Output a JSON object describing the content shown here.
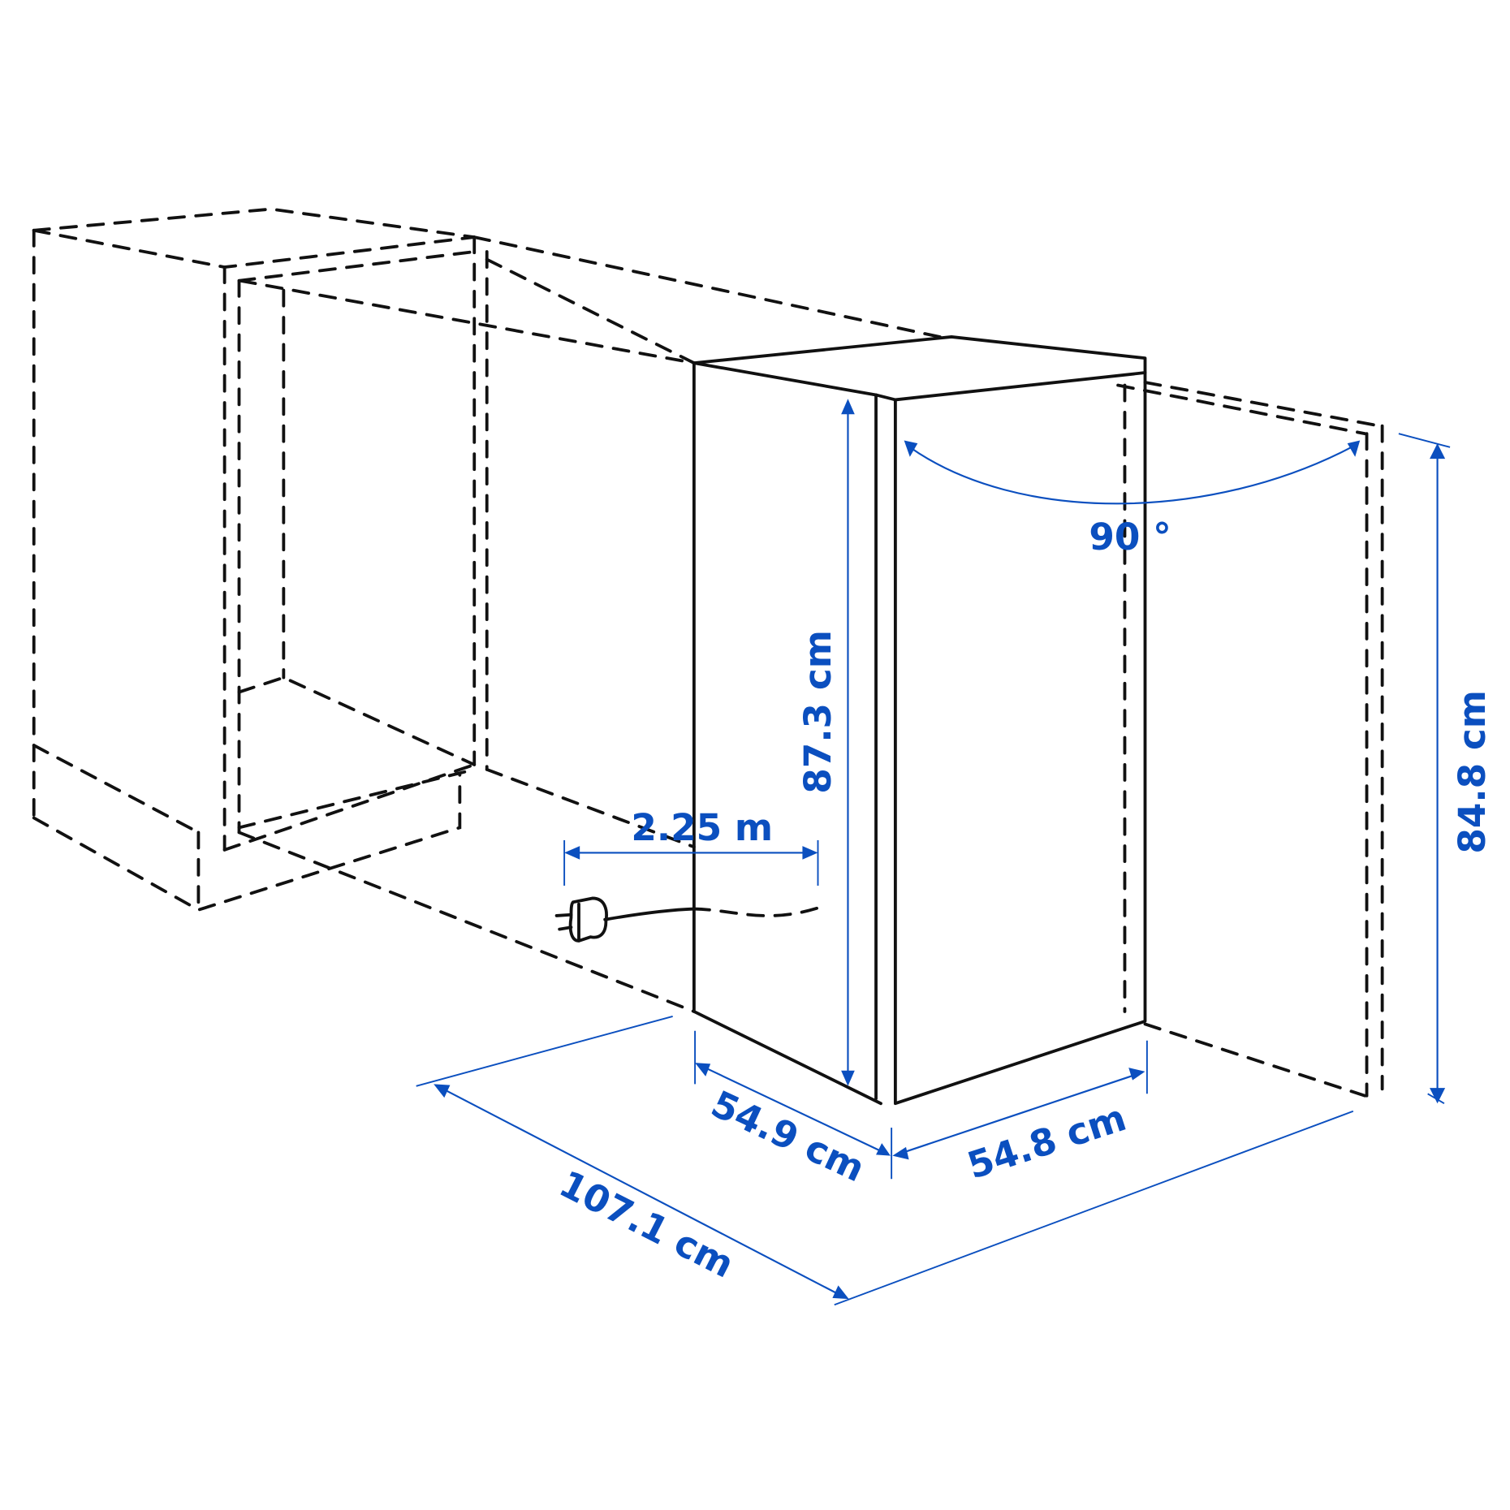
{
  "diagram": {
    "subject": "under-counter refrigerator installed beside cabinet",
    "accent_color": "#0b4fbf",
    "line_color": "#111111",
    "labels": {
      "height_appliance": "87.3 cm",
      "height_niche": "84.8 cm",
      "door_angle": "90 °",
      "cord_length": "2.25 m",
      "depth": "54.9 cm",
      "width": "54.8 cm",
      "depth_door_open": "107.1 cm"
    },
    "icons": {
      "plug": "power-plug-icon"
    }
  }
}
